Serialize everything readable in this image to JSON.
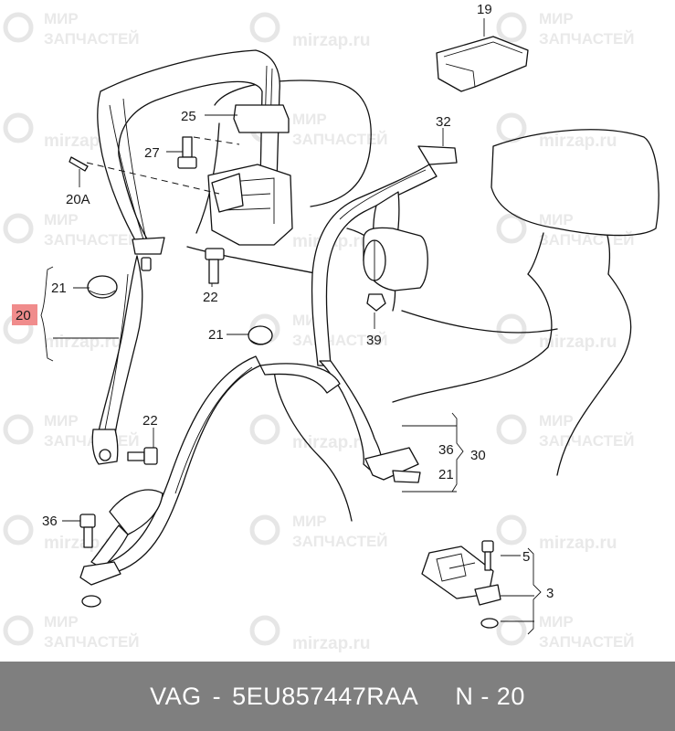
{
  "watermark": {
    "line1": "МИР",
    "line2": "ЗАПЧАСТЕЙ",
    "site": "mirzap.ru"
  },
  "callouts": {
    "c19": "19",
    "c25": "25",
    "c32": "32",
    "c27": "27",
    "c20a": "20A",
    "c21a": "21",
    "c20": "20",
    "c22a": "22",
    "c21b": "21",
    "c39": "39",
    "c22b": "22",
    "c36a": "36",
    "c30": "30",
    "c21c": "21",
    "c36b": "36",
    "c5": "5",
    "c3": "3"
  },
  "highlight_color": "#f08c8c",
  "footer": {
    "brand": "VAG",
    "dash": "-",
    "part_number": "5EU857447RAA",
    "ref_label": "N - 20"
  }
}
